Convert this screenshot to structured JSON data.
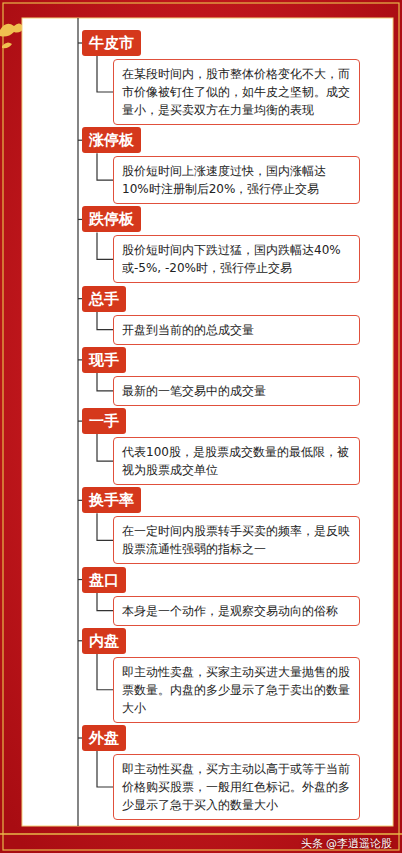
{
  "diagram": {
    "nodes": [
      {
        "text": [
          "牛皮市"
        ]
      },
      {
        "text": [
          "在某段时间内，股市整体价格变化不大，而市价像被钉住了似的，如牛皮之坚韧。成交量小，是买卖双方在力量均衡的表现"
        ]
      },
      {
        "text": [
          "涨停板"
        ]
      },
      {
        "text": [
          "股价短时间上涨速度过快，国内涨幅达10%时注册制后20%，强行停止交易"
        ]
      },
      {
        "text": [
          "跌停板"
        ]
      },
      {
        "text": [
          "股价短时间内下跌过猛，国内跌幅达40%或-5%, -20%时，强行停止交易"
        ]
      },
      {
        "text": [
          "总手"
        ]
      },
      {
        "text": [
          "开盘到当前的的总成交量"
        ]
      },
      {
        "text": [
          "现手"
        ]
      },
      {
        "text": [
          "最新的一笔交易中的成交量"
        ]
      },
      {
        "text": [
          "一手"
        ]
      },
      {
        "text": [
          "代表100股，是股票成交数量的最低限，被视为股票成交单位"
        ]
      },
      {
        "text": [
          "换手率"
        ]
      },
      {
        "text": [
          "在一定时间内股票转手买卖的频率，是反映股票流通性强弱的指标之一"
        ]
      },
      {
        "text": [
          "盘口"
        ]
      },
      {
        "text": [
          "本身是一个动作，是观察交易动向的俗称"
        ]
      },
      {
        "text": [
          "内盘"
        ]
      },
      {
        "text": [
          "即主动性卖盘，买家主动买进大量抛售的股票数量。内盘的多少显示了急于卖出的数量大小"
        ]
      },
      {
        "text": [
          "外盘"
        ]
      },
      {
        "text": [
          "即主动性买盘，买方主动以高于或等于当前价格购买股票，一般用红色标记。外盘的多少显示了急于买入的数量大小"
        ]
      }
    ],
    "edges": [
      {
        "from": 0,
        "to": 1,
        "arrow": "none"
      },
      {
        "from": 2,
        "to": 3,
        "arrow": "none"
      },
      {
        "from": 4,
        "to": 5,
        "arrow": "none"
      },
      {
        "from": 6,
        "to": 7,
        "arrow": "none"
      },
      {
        "from": 8,
        "to": 9,
        "arrow": "none"
      },
      {
        "from": 10,
        "to": 11,
        "arrow": "none"
      },
      {
        "from": 12,
        "to": 13,
        "arrow": "none"
      },
      {
        "from": 14,
        "to": 15,
        "arrow": "none"
      },
      {
        "from": 16,
        "to": 17,
        "arrow": "none"
      },
      {
        "from": 18,
        "to": 19,
        "arrow": "none"
      }
    ],
    "labels": [
      "头条 @李逍遥论股"
    ]
  }
}
